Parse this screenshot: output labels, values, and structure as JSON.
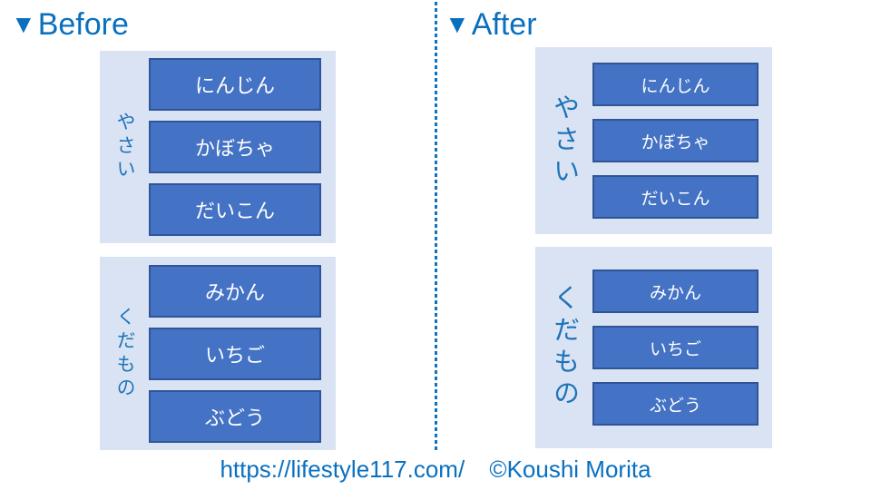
{
  "colors": {
    "heading_blue": "#0970c0",
    "box_fill": "#4472c4",
    "box_border": "#2f5597",
    "group_background": "#dae3f4",
    "group_label_blue": "#1e73b8",
    "divider_blue": "#0f74c0",
    "item_text": "#ffffff"
  },
  "panels": [
    {
      "id": "before",
      "marker": "▼",
      "title": "Before",
      "groups": [
        {
          "label": "やさい",
          "items": [
            "にんじん",
            "かぼちゃ",
            "だいこん"
          ]
        },
        {
          "label": "くだもの",
          "items": [
            "みかん",
            "いちご",
            "ぶどう"
          ]
        }
      ]
    },
    {
      "id": "after",
      "marker": "▼",
      "title": "After",
      "groups": [
        {
          "label": "やさい",
          "items": [
            "にんじん",
            "かぼちゃ",
            "だいこん"
          ]
        },
        {
          "label": "くだもの",
          "items": [
            "みかん",
            "いちご",
            "ぶどう"
          ]
        }
      ]
    }
  ],
  "footer": {
    "url": "https://lifestyle117.com/",
    "credit": "©Koushi Morita"
  }
}
